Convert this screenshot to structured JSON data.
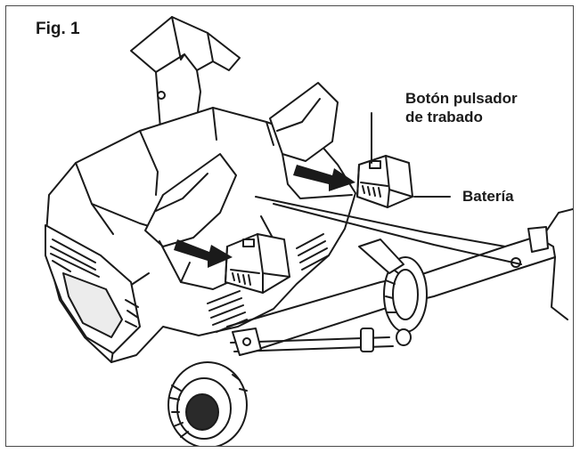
{
  "figure": {
    "label": "Fig. 1",
    "callouts": {
      "push_button_line1": "Botón pulsador",
      "push_button_line2": "de trabado",
      "battery": "Batería"
    }
  },
  "colors": {
    "ink": "#1a1a1a",
    "frame": "#4a4a4a",
    "background": "#ffffff"
  },
  "icons": [
    "snow-blower-illustration",
    "arrow-right-icon"
  ]
}
